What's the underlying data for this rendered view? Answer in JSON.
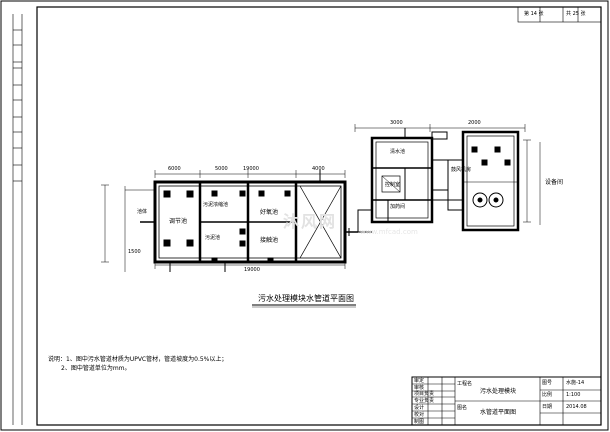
{
  "sheet": {
    "sheet_label": "第 14 张",
    "total_label": "共 25 张"
  },
  "drawing_title": "污水处理模块水管道平面图",
  "notes": {
    "line1": "说明：1、图中污水管道材质为UPVC管材，管道坡度为0.5%以上；",
    "line2": "2、图中管道单位为mm。"
  },
  "rooms": {
    "regulating_tank": "调节池",
    "sludge_tank_1": "污泥浓缩池",
    "sludge_tank_2": "污泥池",
    "anoxic_tank": "好氧池",
    "contact_tank": "接触池",
    "clean_water": "清水池",
    "equipment_room": "设备间",
    "control_room": "控制室",
    "dosing_room": "加药间",
    "pump_room": "鼓风机房",
    "pool_label": "池体"
  },
  "dimensions": {
    "d1": "19000",
    "d2": "2000",
    "d3": "6000",
    "d4": "5000",
    "d5": "4000",
    "d6": "3000",
    "d7": "1500"
  },
  "title_block": {
    "row_labels": [
      "审定",
      "审核",
      "项目负责",
      "专业负责",
      "设计",
      "校对",
      "制图"
    ],
    "project_label": "工程名",
    "project_value": "污水处理模块",
    "drawing_label": "图名",
    "drawing_value": "水管道平面图",
    "number_label": "图号",
    "number_value": "水施-14",
    "scale_label": "比例",
    "scale_value": "1:100",
    "date_label": "日期",
    "date_value": "2014.08"
  },
  "watermark": "沐风网",
  "watermark_url": "www.mfcad.com"
}
